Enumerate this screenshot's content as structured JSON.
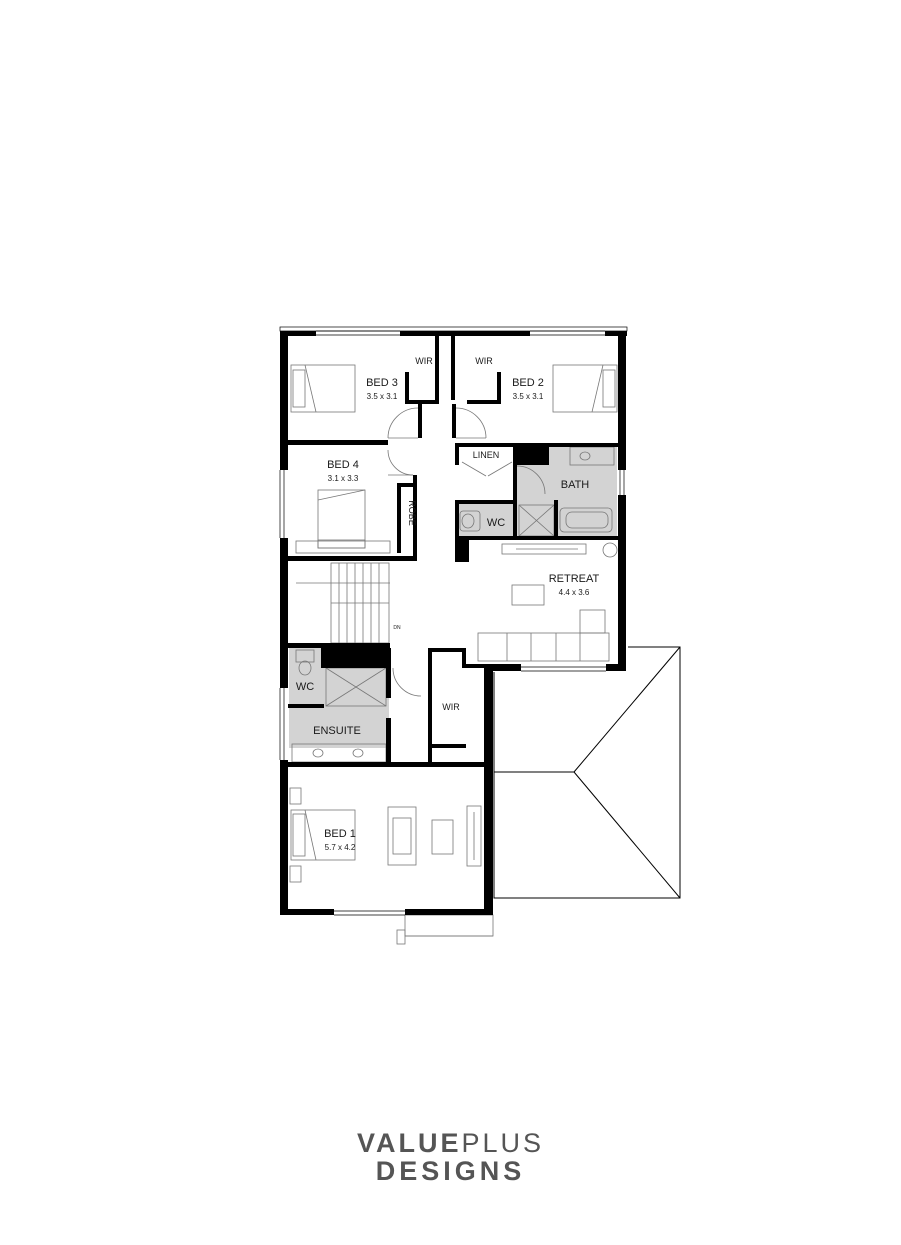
{
  "rooms": {
    "bed3": {
      "name": "BED 3",
      "size": "3.5 x 3.1"
    },
    "bed2": {
      "name": "BED 2",
      "size": "3.5 x 3.1"
    },
    "bed4": {
      "name": "BED 4",
      "size": "3.1 x 3.3"
    },
    "retreat": {
      "name": "RETREAT",
      "size": "4.4 x 3.6"
    },
    "bed1": {
      "name": "BED 1",
      "size": "5.7 x 4.2"
    },
    "wir_left": "WIR",
    "wir_right": "WIR",
    "wir_master": "WIR",
    "linen": "LINEN",
    "bath": "BATH",
    "wc_upper": "WC",
    "wc_ensuite": "WC",
    "ensuite": "ENSUITE",
    "robe": "ROBE",
    "stair_dn": "DN"
  },
  "colors": {
    "wall": "#000000",
    "wet_area": "#d3d3d3",
    "logo": "#555555"
  },
  "logo": {
    "word1_bold": "VALUE",
    "word1_light": "PLUS",
    "word2": "DESIGNS"
  }
}
